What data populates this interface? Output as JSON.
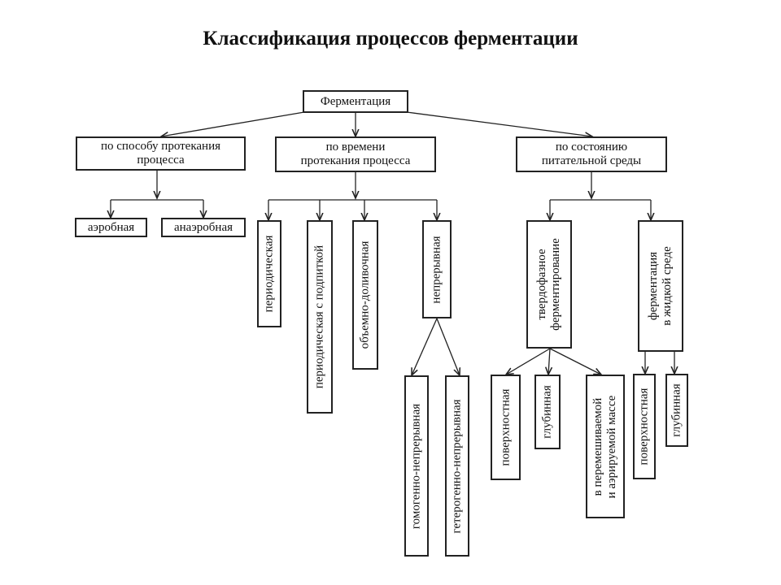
{
  "title": "Классификация процессов ферментации",
  "root": "Ферментация",
  "by_method": {
    "label": "по способу протекания\nпроцесса",
    "children": [
      "аэробная",
      "анаэробная"
    ]
  },
  "by_time": {
    "label": "по времени\nпротекания процесса",
    "children": [
      "периодическая",
      "периодическая с подпиткой",
      "объемно-доливочная",
      "непрерывная"
    ],
    "continuous_children": [
      "гомогенно-непрерывная",
      "гетерогенно-непрерывная"
    ]
  },
  "by_medium": {
    "label": "по состоянию\nпитательной среды",
    "solid": "твердофазное\nферментирование",
    "solid_children": [
      "поверхностная",
      "глубинная",
      "в перемешиваемой\nи аэрируемой массе"
    ],
    "liquid": "ферментация\nв жидкой среде",
    "liquid_children": [
      "поверхностная",
      "глубинная"
    ]
  }
}
